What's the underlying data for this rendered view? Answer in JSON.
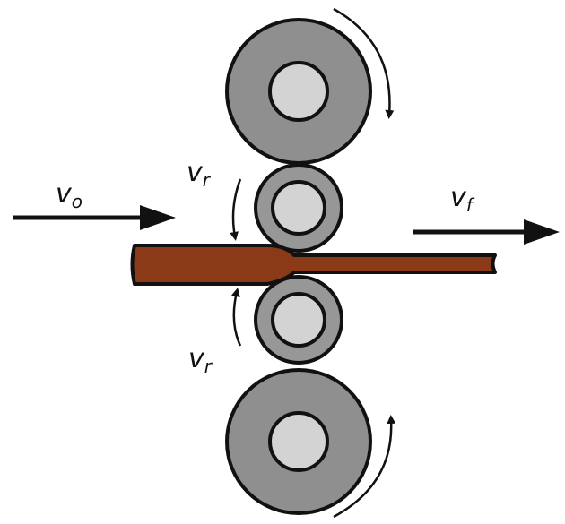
{
  "diagram": {
    "labels": {
      "entry_velocity": {
        "symbol": "v",
        "subscript": "o"
      },
      "exit_velocity": {
        "symbol": "v",
        "subscript": "f"
      },
      "roll_velocity_top": {
        "symbol": "v",
        "subscript": "r"
      },
      "roll_velocity_bottom": {
        "symbol": "v",
        "subscript": "r"
      }
    },
    "colors": {
      "backup_roll": "#8f8f8f",
      "roll_core": "#d3d3d3",
      "work_roll": "#979797",
      "workpiece": "#8b3a18",
      "outline": "#111111",
      "background": "#ffffff"
    }
  }
}
